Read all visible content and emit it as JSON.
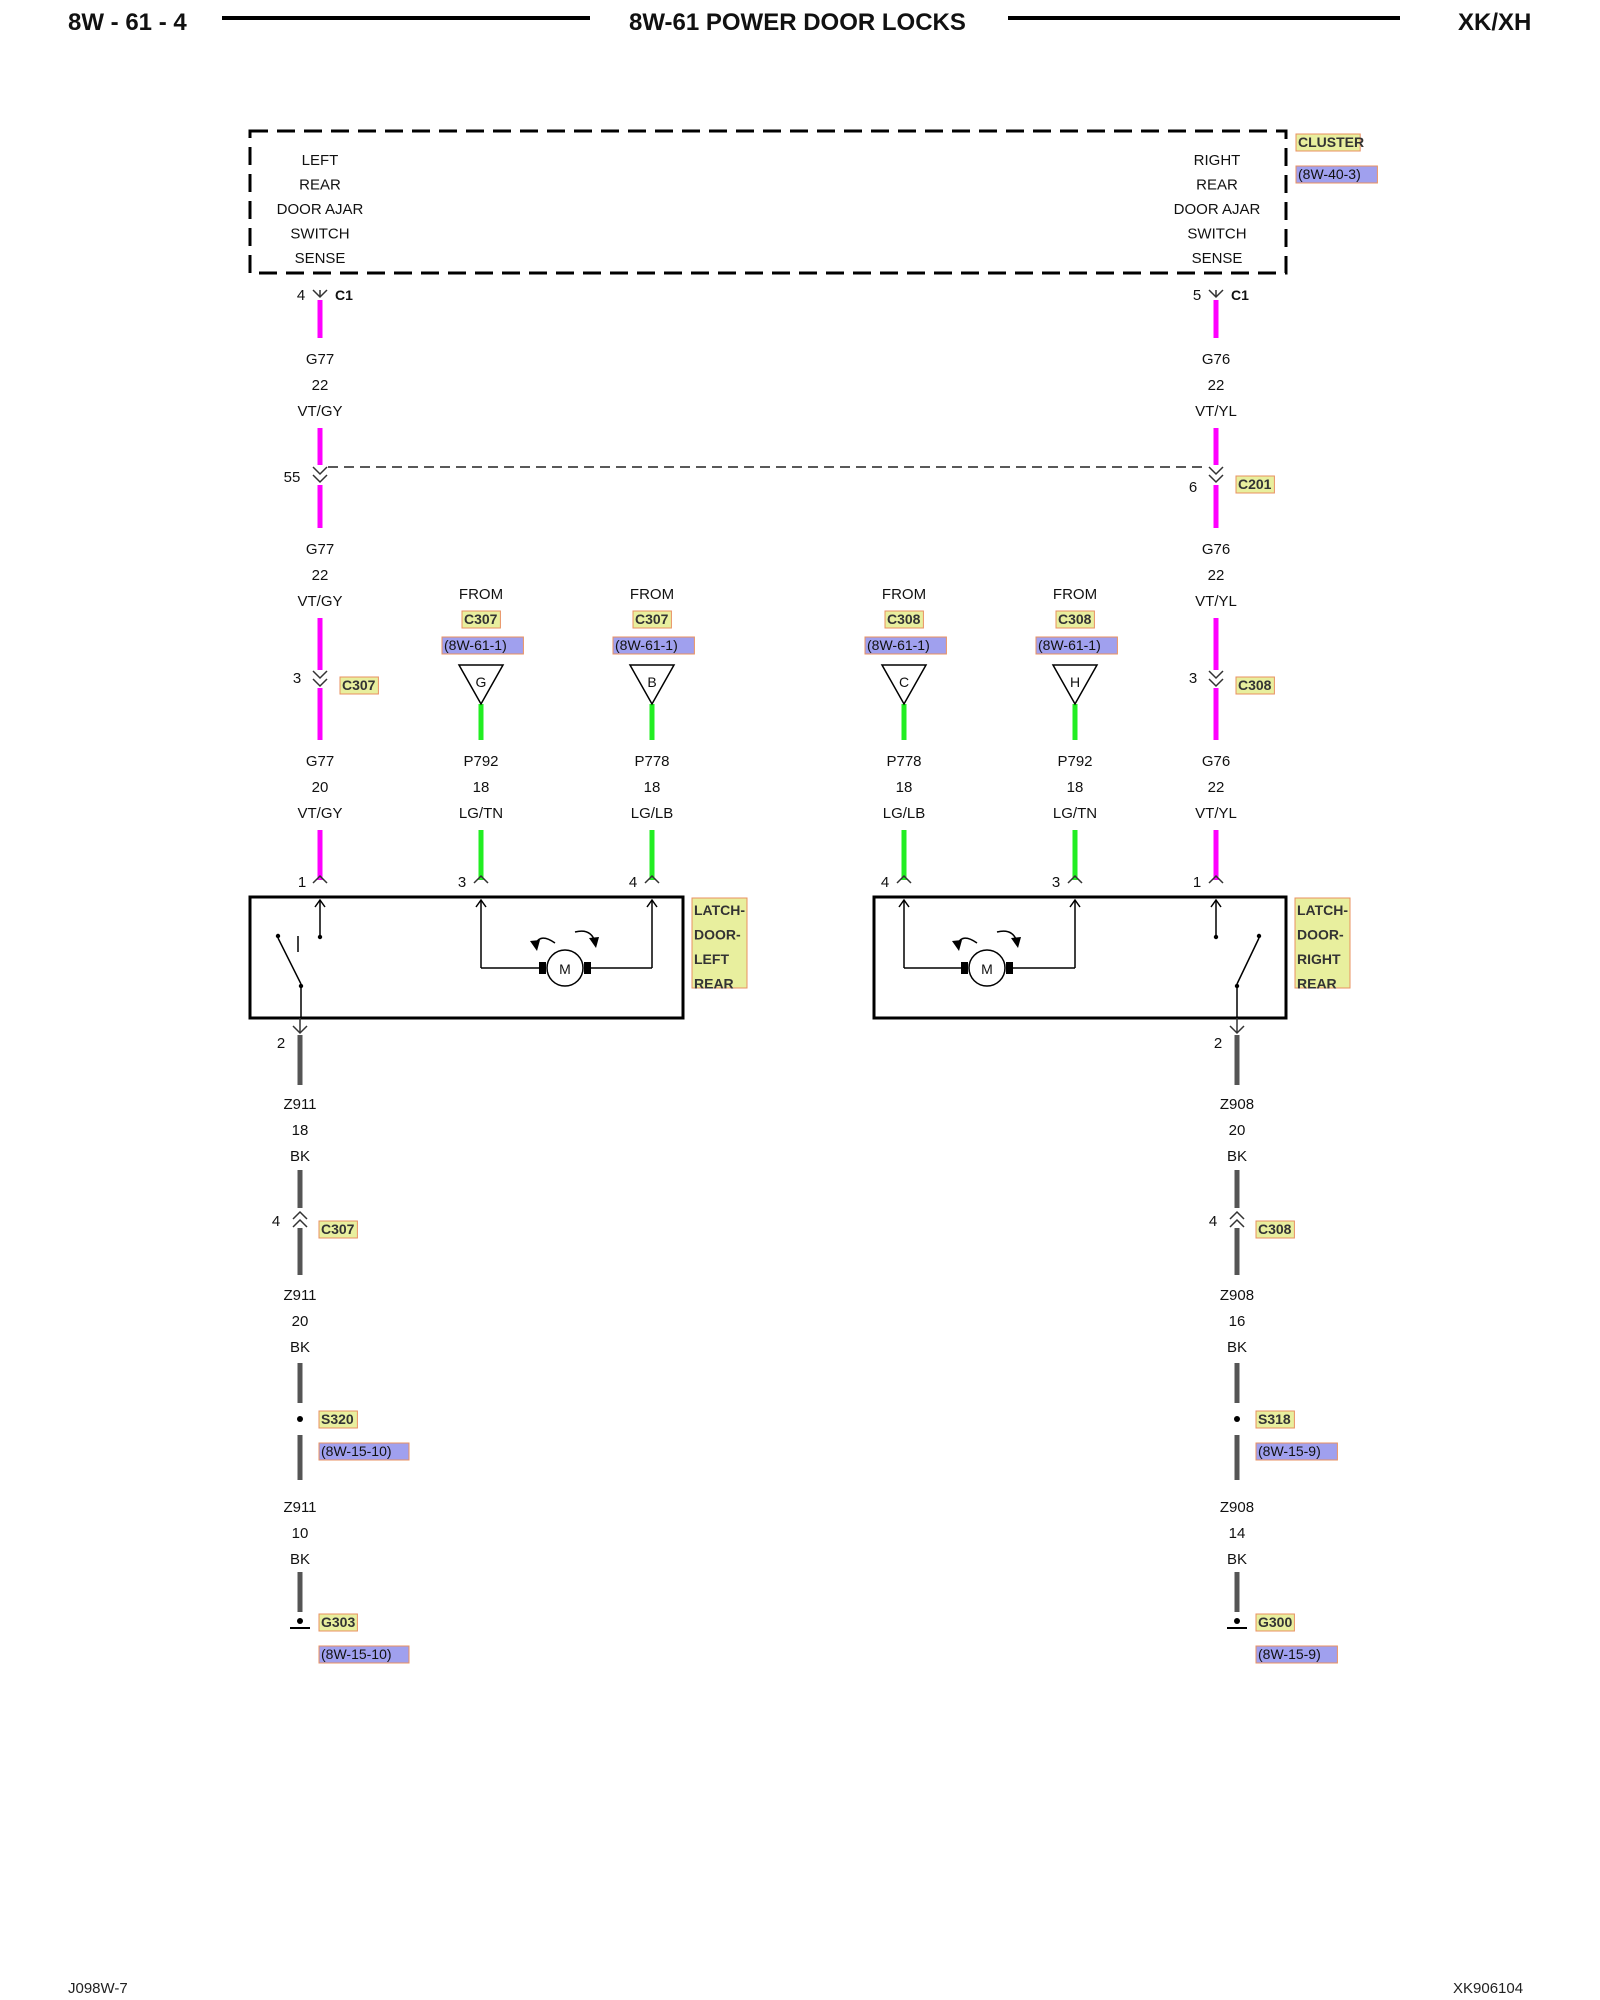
{
  "header": {
    "page_code": "8W - 61 - 4",
    "title": "8W-61 POWER DOOR LOCKS",
    "model": "XK/XH"
  },
  "footer": {
    "left_code": "J098W-7",
    "right_code": "XK906104"
  },
  "cluster": {
    "name": "CLUSTER",
    "ref": "(8W-40-3)",
    "left_label": [
      "LEFT",
      "REAR",
      "DOOR AJAR",
      "SWITCH",
      "SENSE"
    ],
    "right_label": [
      "RIGHT",
      "REAR",
      "DOOR AJAR",
      "SWITCH",
      "SENSE"
    ]
  },
  "connectors": {
    "c1": "C1",
    "c201": "C201",
    "c307": "C307",
    "c308": "C308",
    "s320": "S320",
    "s318": "S318",
    "g303": "G303",
    "g300": "G300"
  },
  "refs": {
    "r_8w_61_1": "(8W-61-1)",
    "r_8w_15_10": "(8W-15-10)",
    "r_8w_15_9": "(8W-15-9)"
  },
  "pins": {
    "c1_left": "4",
    "c1_right": "5",
    "c201_left": "55",
    "c201_right": "6",
    "c307_g77": "3",
    "c308_g76": "3",
    "latch_left_1": "1",
    "latch_left_3": "3",
    "latch_left_4": "4",
    "latch_left_2": "2",
    "latch_right_4": "4",
    "latch_right_3": "3",
    "latch_right_1": "1",
    "latch_right_2": "2",
    "c307_z911": "4",
    "c308_z908": "4"
  },
  "wires": {
    "g77_a": [
      "G77",
      "22",
      "VT/GY"
    ],
    "g76_a": [
      "G76",
      "22",
      "VT/YL"
    ],
    "g77_b": [
      "G77",
      "22",
      "VT/GY"
    ],
    "g76_b": [
      "G76",
      "22",
      "VT/YL"
    ],
    "g77_c": [
      "G77",
      "20",
      "VT/GY"
    ],
    "p792_l": [
      "P792",
      "18",
      "LG/TN"
    ],
    "p778_l": [
      "P778",
      "18",
      "LG/LB"
    ],
    "p778_r": [
      "P778",
      "18",
      "LG/LB"
    ],
    "p792_r": [
      "P792",
      "18",
      "LG/TN"
    ],
    "g76_c": [
      "G76",
      "22",
      "VT/YL"
    ],
    "z911_a": [
      "Z911",
      "18",
      "BK"
    ],
    "z908_a": [
      "Z908",
      "20",
      "BK"
    ],
    "z911_b": [
      "Z911",
      "20",
      "BK"
    ],
    "z908_b": [
      "Z908",
      "16",
      "BK"
    ],
    "z911_c": [
      "Z911",
      "10",
      "BK"
    ],
    "z908_c": [
      "Z908",
      "14",
      "BK"
    ]
  },
  "from_blocks": {
    "from_word": "FROM",
    "fG": {
      "conn": "C307",
      "letter": "G"
    },
    "fB": {
      "conn": "C307",
      "letter": "B"
    },
    "fC": {
      "conn": "C308",
      "letter": "C"
    },
    "fH": {
      "conn": "C308",
      "letter": "H"
    }
  },
  "latch_left": [
    "LATCH-",
    "DOOR-",
    "LEFT",
    "REAR"
  ],
  "latch_right": [
    "LATCH-",
    "DOOR-",
    "RIGHT",
    "REAR"
  ],
  "motor_label": "M",
  "colors": {
    "violet_wire": "#ff00ff",
    "green_wire": "#22ee22",
    "ground_wire": "#555555",
    "yellow_tag": "#e8ef9e",
    "blue_ref": "#a0a0ee",
    "tag_border": "#e89060"
  }
}
